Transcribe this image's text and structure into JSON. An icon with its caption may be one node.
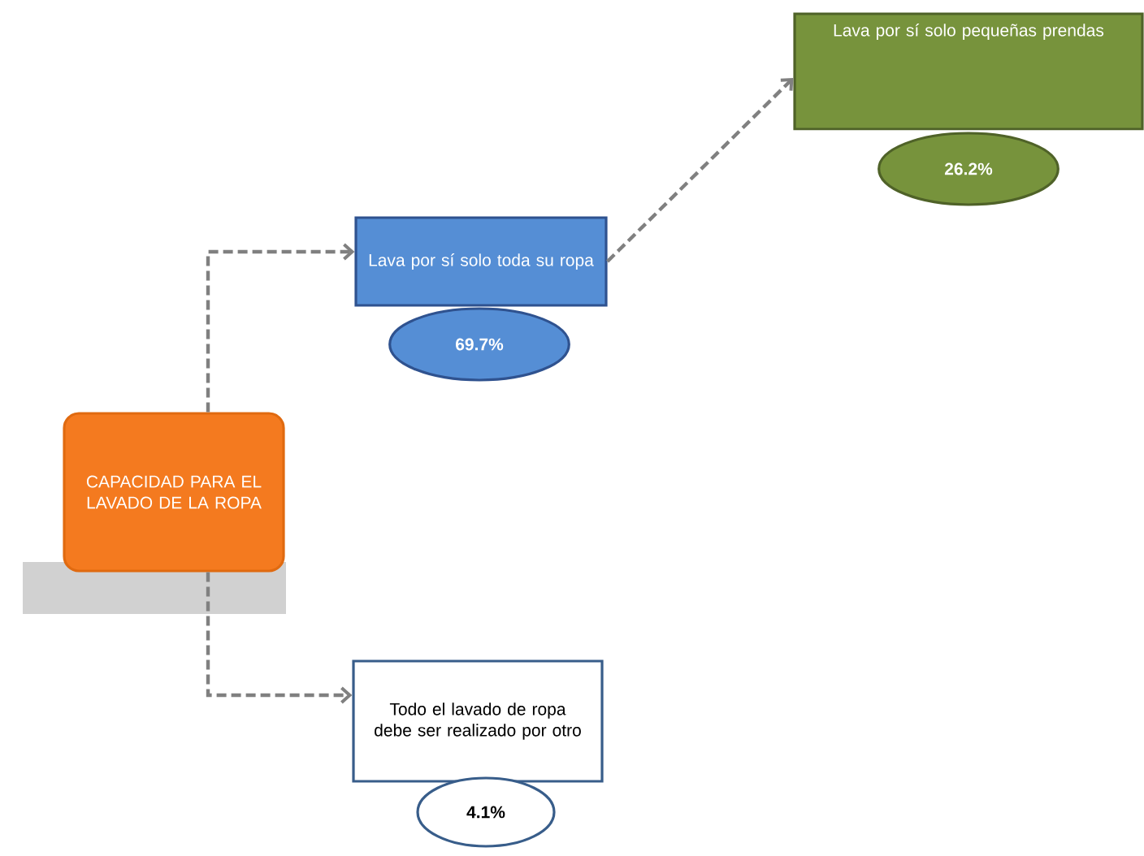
{
  "diagram": {
    "nodes": [
      {
        "text": [
          "CAPACIDAD PARA EL LAVADO DE LA ROPA"
        ]
      },
      {
        "text": [
          "Lava por sí solo toda su ropa"
        ]
      },
      {
        "text": [
          "69.7%"
        ]
      },
      {
        "text": [
          "Lava por sí solo pequeñas prendas"
        ]
      },
      {
        "text": [
          "26.2%"
        ]
      },
      {
        "text": [
          "Todo el lavado de ropa debe ser realizado por otro"
        ]
      },
      {
        "text": [
          "4.1%"
        ]
      }
    ],
    "edges": [
      {
        "from": 0,
        "to": 1,
        "arrow": "to",
        "style": "dashed"
      },
      {
        "from": 1,
        "to": 3,
        "arrow": "to",
        "style": "dashed"
      },
      {
        "from": 0,
        "to": 5,
        "arrow": "to",
        "style": "dashed"
      }
    ]
  }
}
